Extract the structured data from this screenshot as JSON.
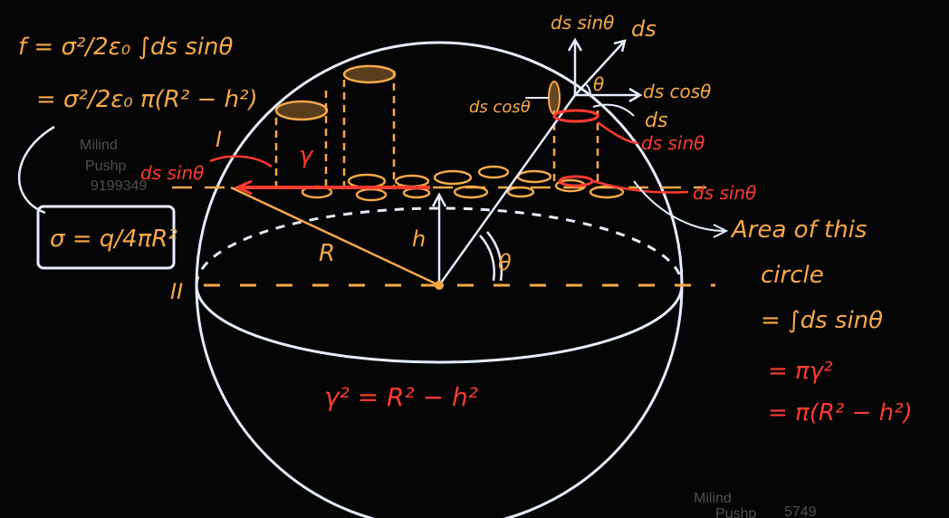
{
  "colors": {
    "background": "#050505",
    "sphere": "#e6ecff",
    "ink_orange": "#f7a94a",
    "ink_red": "#ff3b30",
    "watermark": "#8a8a8a"
  },
  "formulas_left": {
    "line1": "f = σ²/2ε₀ ∫ds sinθ",
    "line2": "= σ²/2ε₀ π(R² − h²)",
    "boxed": "σ = q/4πR²"
  },
  "labels": {
    "roman_one": "I",
    "roman_two": "II",
    "ds_sin_left": "ds sinθ",
    "gamma": "γ",
    "radius": "R",
    "height": "h",
    "theta": "θ",
    "ds_sin_top": "ds sinθ",
    "ds_vec": "ds",
    "ds_cos_right": "ds cosθ",
    "ds_cos_left": "ds cosθ",
    "ds": "ds",
    "ds_sin_red_1": "ds sinθ",
    "ds_sin_red_2": "ds sinθ",
    "theta_top": "θ"
  },
  "notes_right": {
    "area_line1": "Area of this",
    "area_line2": "circle",
    "area_line3": "= ∫ds sinθ",
    "result1": "= πγ²",
    "result2": "= π(R² − h²)"
  },
  "center_equation": "γ² = R² − h²",
  "watermarks": {
    "wm1_name": "Milind",
    "wm1_last": "Pushp",
    "wm1_phone": "9199349",
    "wm2_name": "Milind",
    "wm2_last": "Pushp",
    "wm2_phone": "5749"
  }
}
